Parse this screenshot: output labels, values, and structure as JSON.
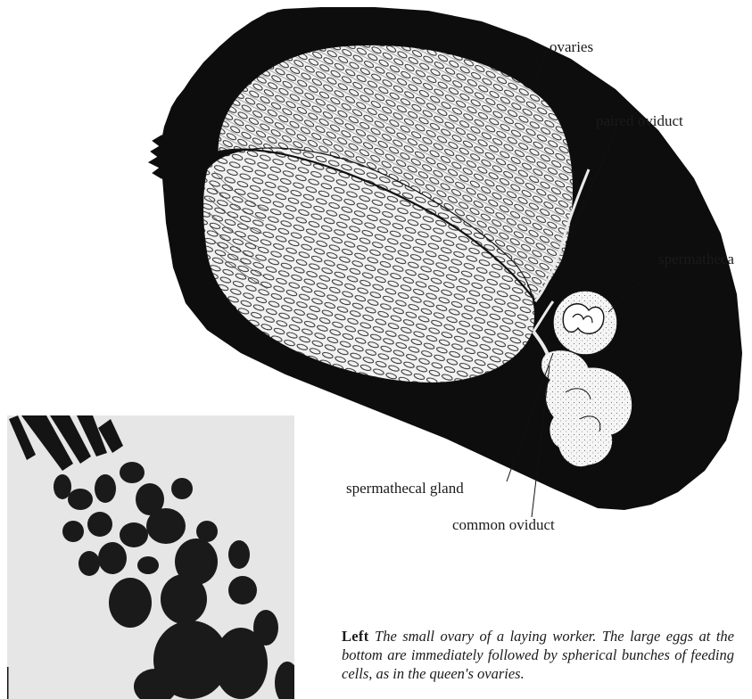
{
  "labels": {
    "ovaries": "ovaries",
    "paired_oviduct": "paired oviduct",
    "spermatheca": "spermatheca",
    "spermathecal_gland": "spermathecal gland",
    "common_oviduct": "common oviduct"
  },
  "caption": {
    "lead": "Left",
    "text": "The small ovary of a laying worker. The large eggs at the bottom are immediately followed by spherical bunches of feeding cells, as in the queen's ovaries."
  },
  "colors": {
    "ink": "#111111",
    "paper": "#ffffff",
    "photo_background": "#e6e6e6"
  }
}
